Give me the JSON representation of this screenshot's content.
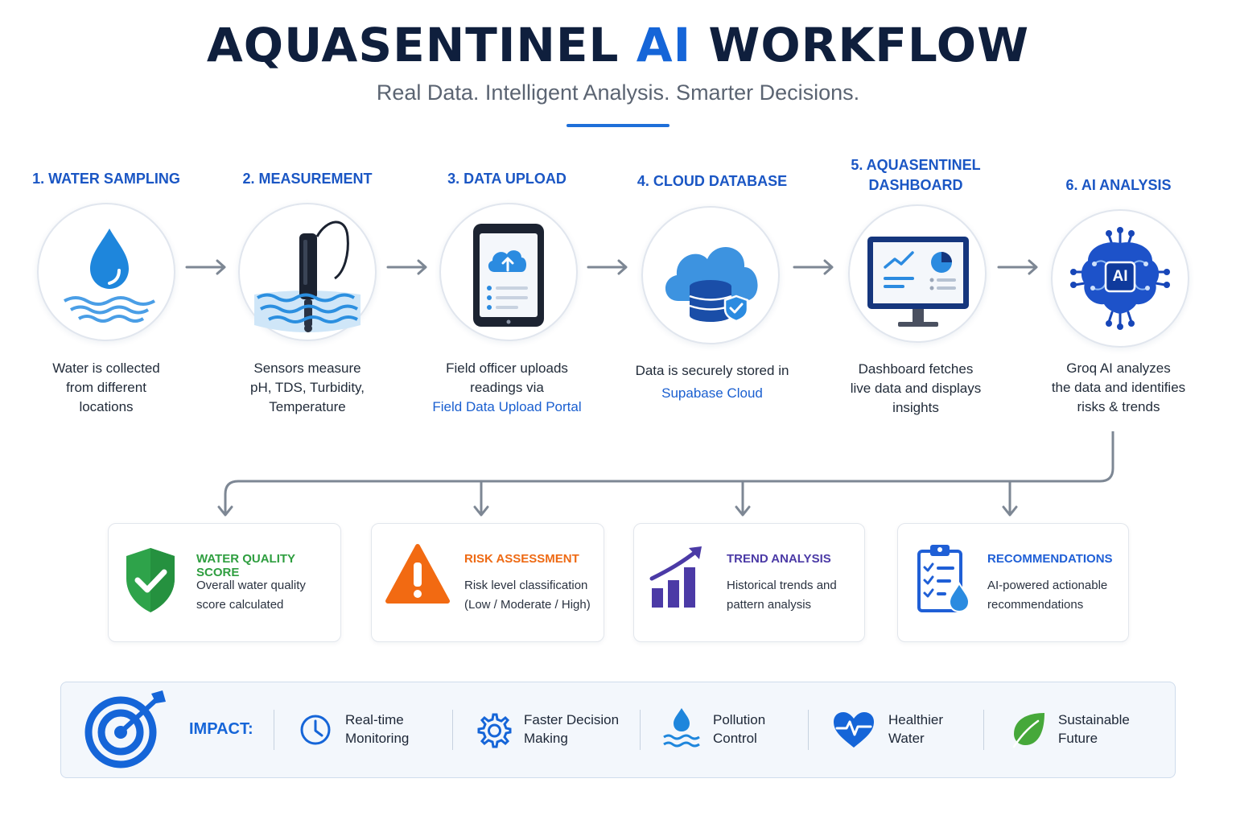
{
  "header": {
    "title_part1": "AQUASENTINEL",
    "title_accent": "AI",
    "title_part2": "WORKFLOW",
    "subtitle": "Real Data. Intelligent Analysis. Smarter Decisions."
  },
  "steps": [
    {
      "label_line1": "1. WATER SAMPLING",
      "label_line2": "",
      "desc": [
        "Water is collected",
        "from different",
        "locations"
      ],
      "icon": "water-drop-icon"
    },
    {
      "label_line1": "2. MEASUREMENT",
      "label_line2": "",
      "desc": [
        "Sensors measure",
        "pH, TDS, Turbidity,",
        "Temperature"
      ],
      "icon": "sensor-probe-icon"
    },
    {
      "label_line1": "3. DATA UPLOAD",
      "label_line2": "",
      "desc": [
        "Field officer uploads",
        "readings via",
        "Field Data Upload Portal"
      ],
      "icon": "tablet-upload-icon"
    },
    {
      "label_line1": "4. CLOUD DATABASE",
      "label_line2": "",
      "desc": [
        "Data is securely stored in",
        "Supabase Cloud"
      ],
      "icon": "cloud-database-icon"
    },
    {
      "label_line1": "5. AQUASENTINEL",
      "label_line2": "DASHBOARD",
      "desc": [
        "Dashboard fetches",
        "live data and displays",
        "insights"
      ],
      "icon": "monitor-dashboard-icon"
    },
    {
      "label_line1": "6. AI ANALYSIS",
      "label_line2": "",
      "desc": [
        "Groq AI analyzes",
        "the data and identifies",
        "risks & trends"
      ],
      "icon": "ai-brain-icon",
      "icon_text": "AI"
    }
  ],
  "outputs": [
    {
      "title": "WATER QUALITY SCORE",
      "desc": [
        "Overall water quality",
        "score calculated"
      ],
      "color": "#2e9e3f",
      "icon": "shield-check-icon"
    },
    {
      "title": "RISK ASSESSMENT",
      "desc": [
        "Risk level classification",
        "(Low / Moderate / High)"
      ],
      "color": "#ee6a14",
      "icon": "warning-triangle-icon"
    },
    {
      "title": "TREND ANALYSIS",
      "desc": [
        "Historical trends and",
        "pattern analysis"
      ],
      "color": "#4b3aa6",
      "icon": "trend-chart-icon"
    },
    {
      "title": "RECOMMENDATIONS",
      "desc": [
        "AI-powered actionable",
        "recommendations"
      ],
      "color": "#1f5fd6",
      "icon": "clipboard-checklist-icon"
    }
  ],
  "impact": {
    "label": "IMPACT:",
    "items": [
      {
        "line1": "Real-time",
        "line2": "Monitoring",
        "icon": "clock-icon"
      },
      {
        "line1": "Faster Decision",
        "line2": "Making",
        "icon": "gear-icon"
      },
      {
        "line1": "Pollution",
        "line2": "Control",
        "icon": "water-drop-waves-icon"
      },
      {
        "line1": "Healthier",
        "line2": "Water",
        "icon": "heart-pulse-icon"
      },
      {
        "line1": "Sustainable",
        "line2": "Future",
        "icon": "leaf-icon"
      }
    ]
  },
  "colors": {
    "primary": "#1565d8",
    "navy": "#0f1f3d",
    "connector": "#7d8794"
  }
}
